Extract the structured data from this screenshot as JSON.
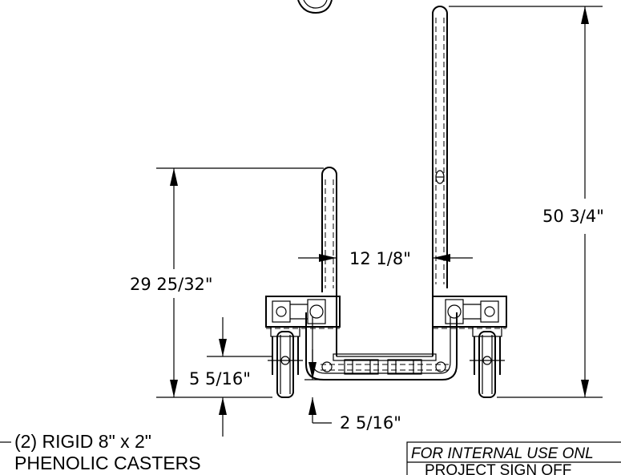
{
  "dimensions": {
    "overall_height": "50 3/4\"",
    "low_handle_height": "29 25/32\"",
    "handle_gap": "12 1/8\"",
    "caster_height": "5 5/16\"",
    "ground_clearance": "2 5/16\""
  },
  "callout": {
    "line1": "(2) RIGID 8\" x 2\"",
    "line2": "PHENOLIC CASTERS"
  },
  "stamp": {
    "line1": "FOR INTERNAL USE ONL",
    "line2": "PROJECT SIGN OFF"
  }
}
